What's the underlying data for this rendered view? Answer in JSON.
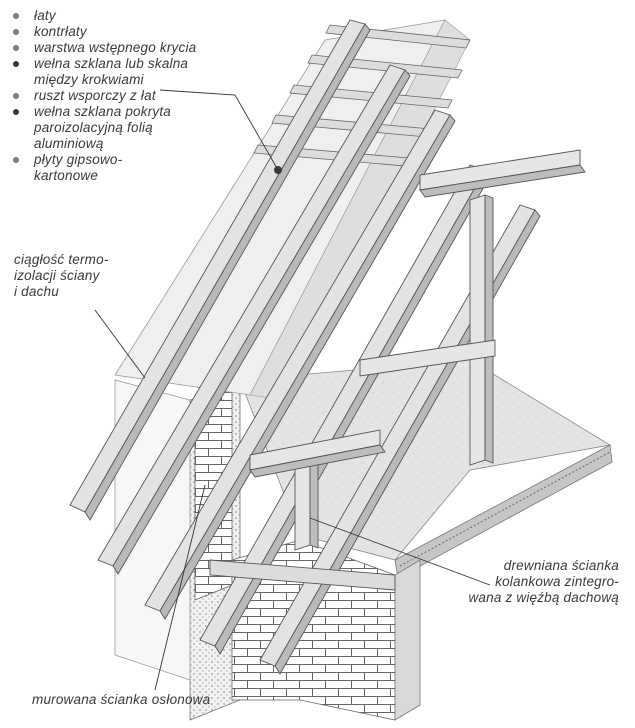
{
  "legend": [
    {
      "text": "łaty",
      "dark": false
    },
    {
      "text": "kontrłaty",
      "dark": false
    },
    {
      "text": "warstwa wstępnego krycia",
      "dark": false
    },
    {
      "text": "wełna szklana lub skalna\nmiędzy krokwiami",
      "dark": true
    },
    {
      "text": "ruszt wsporczy z łat",
      "dark": false
    },
    {
      "text": "wełna szklana pokryta\nparoizolacyjną folią\naluminiową",
      "dark": true
    },
    {
      "text": "płyty gipsowo-\nkartonowe",
      "dark": false
    }
  ],
  "labels": {
    "continuity": "ciągłość termo-\nizolacji ściany\ni dachu",
    "knee_wall": "drewniana ścianka\nkolankowa zintegro-\nwana z więźbą dachową",
    "masonry_wall": "murowana ścianka osłonowa"
  },
  "colors": {
    "wood_light": "#e6e6e6",
    "wood_dark": "#b9b9b9",
    "line": "#555555"
  }
}
